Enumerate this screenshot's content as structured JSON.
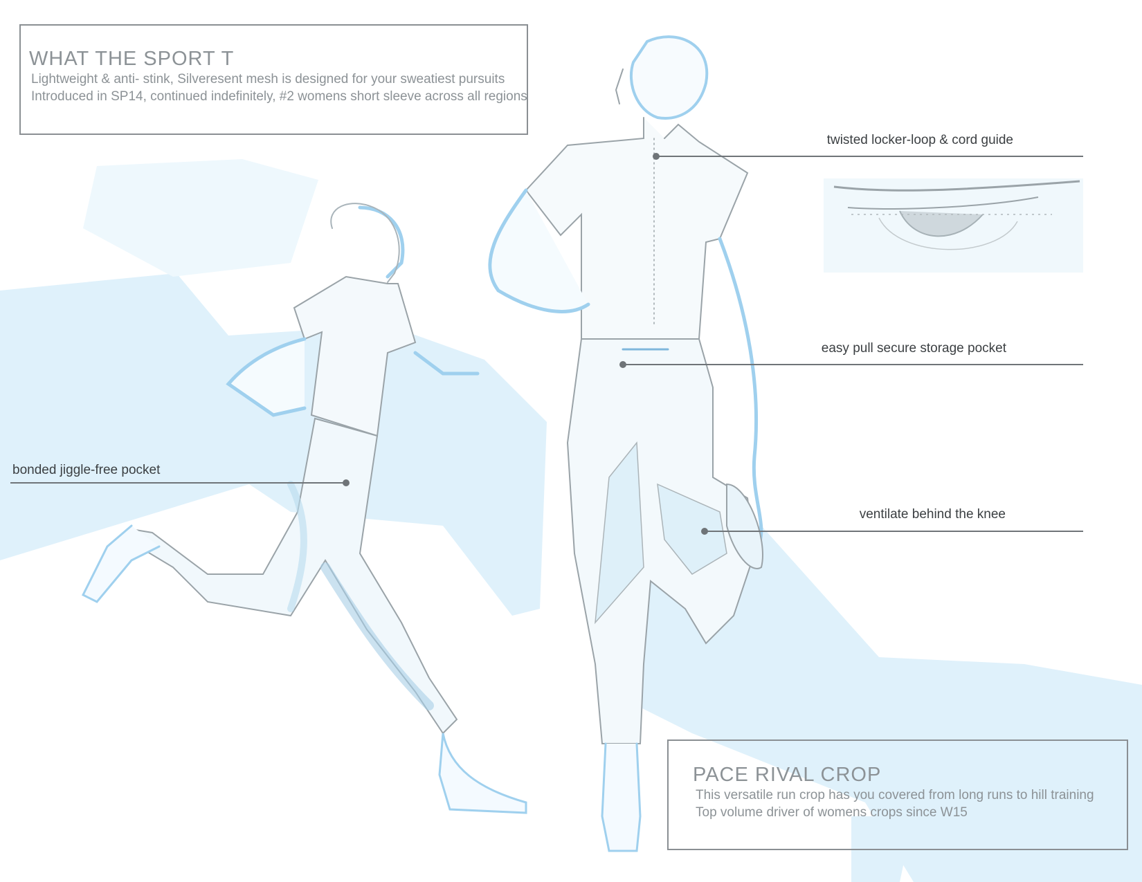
{
  "sport_tee": {
    "title": "WHAT THE SPORT T",
    "line1": "Lightweight & anti- stink, Silveresent mesh is designed for your sweatiest pursuits",
    "line2": "Introduced in SP14, continued indefinitely, #2 womens short sleeve across all regions"
  },
  "crop": {
    "title": "PACE RIVAL CROP",
    "line1": "This versatile run crop has you covered from long runs to hill training",
    "line2": "Top volume driver of womens crops since W15"
  },
  "callouts": {
    "locker_loop": "twisted locker-loop & cord guide",
    "storage_pocket": "easy pull secure  storage pocket",
    "jiggle_pocket": "bonded jiggle-free pocket",
    "knee_vent": "ventilate behind the knee"
  },
  "colors": {
    "accent_blue": "#dcf0fb",
    "sketch_blue": "#9fd0ee",
    "pencil_gray": "#8a8f93",
    "leader_gray": "#6f7478"
  }
}
